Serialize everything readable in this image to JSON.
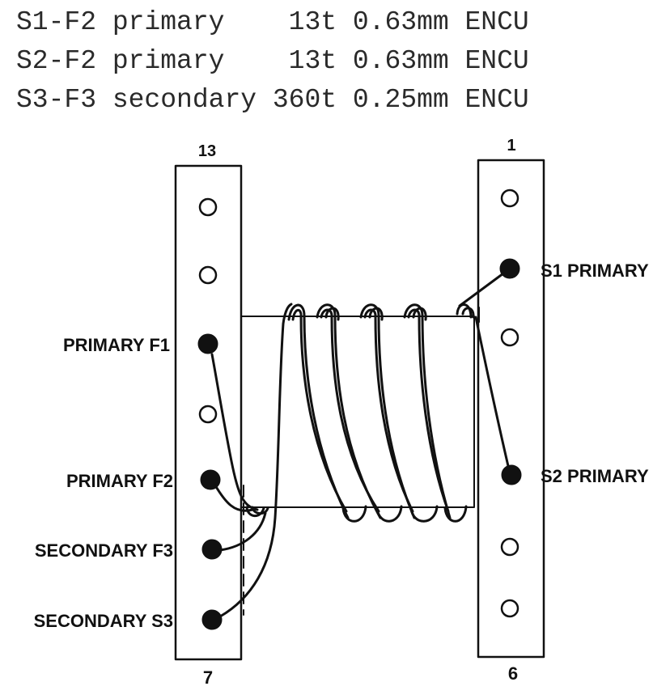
{
  "spec_lines": [
    "S1-F2 primary    13t 0.63mm ENCU",
    "S2-F2 primary    13t 0.63mm ENCU",
    "S3-F3 secondary 360t 0.25mm ENCU"
  ],
  "pins": {
    "top_left": "13",
    "top_right": "1",
    "bottom_left": "7",
    "bottom_right": "6"
  },
  "labels": {
    "primary_f1": "PRIMARY F1",
    "primary_f2": "PRIMARY F2",
    "secondary_f3": "SECONDARY F3",
    "secondary_s3": "SECONDARY S3",
    "s1_primary": "S1 PRIMARY",
    "s2_primary": "S2 PRIMARY"
  },
  "colors": {
    "ink": "#111111",
    "text": "#2a2a2a",
    "background": "#ffffff"
  }
}
